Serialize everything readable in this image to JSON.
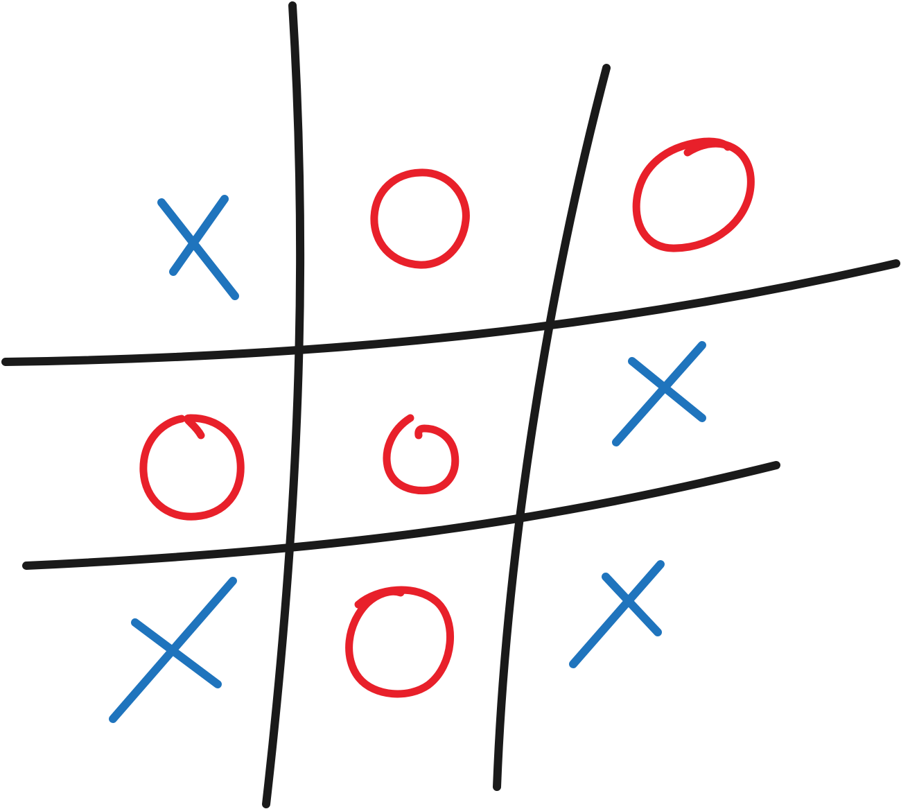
{
  "game": {
    "type": "tic-tac-toe",
    "board": [
      [
        "X",
        "O",
        "O"
      ],
      [
        "O",
        "O",
        "X"
      ],
      [
        "X",
        "O",
        "X"
      ]
    ]
  },
  "colors": {
    "grid": "#1a1a1a",
    "x": "#1f74bd",
    "o": "#e8202a",
    "background": "#ffffff"
  }
}
